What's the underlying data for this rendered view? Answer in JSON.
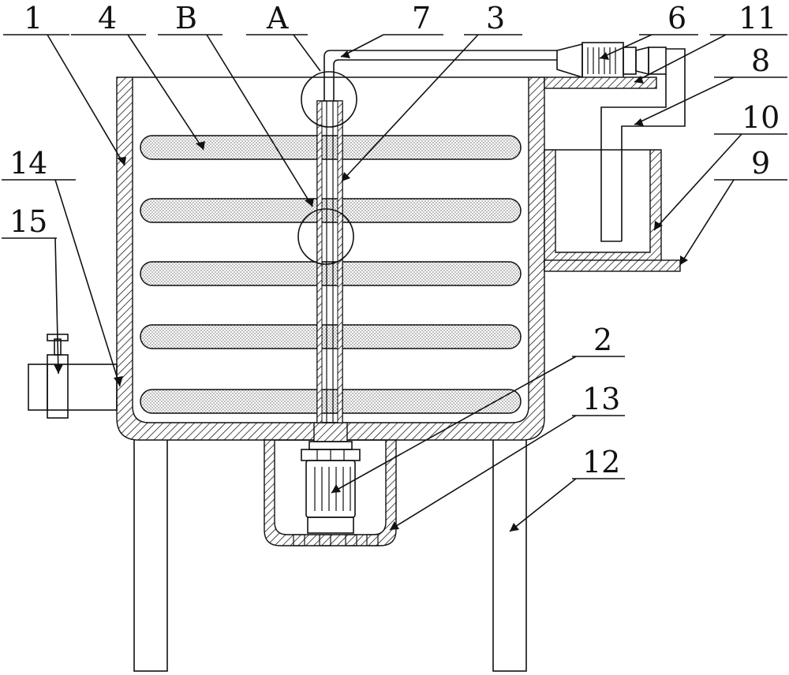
{
  "labels": {
    "l1": "1",
    "l4": "4",
    "lB": "B",
    "lA": "A",
    "l7": "7",
    "l3": "3",
    "l6": "6",
    "l11": "11",
    "l8": "8",
    "l10": "10",
    "l9": "9",
    "l14": "14",
    "l15": "15",
    "l2": "2",
    "l13": "13",
    "l12": "12"
  },
  "colors": {
    "line": "#111111",
    "background": "#ffffff"
  }
}
